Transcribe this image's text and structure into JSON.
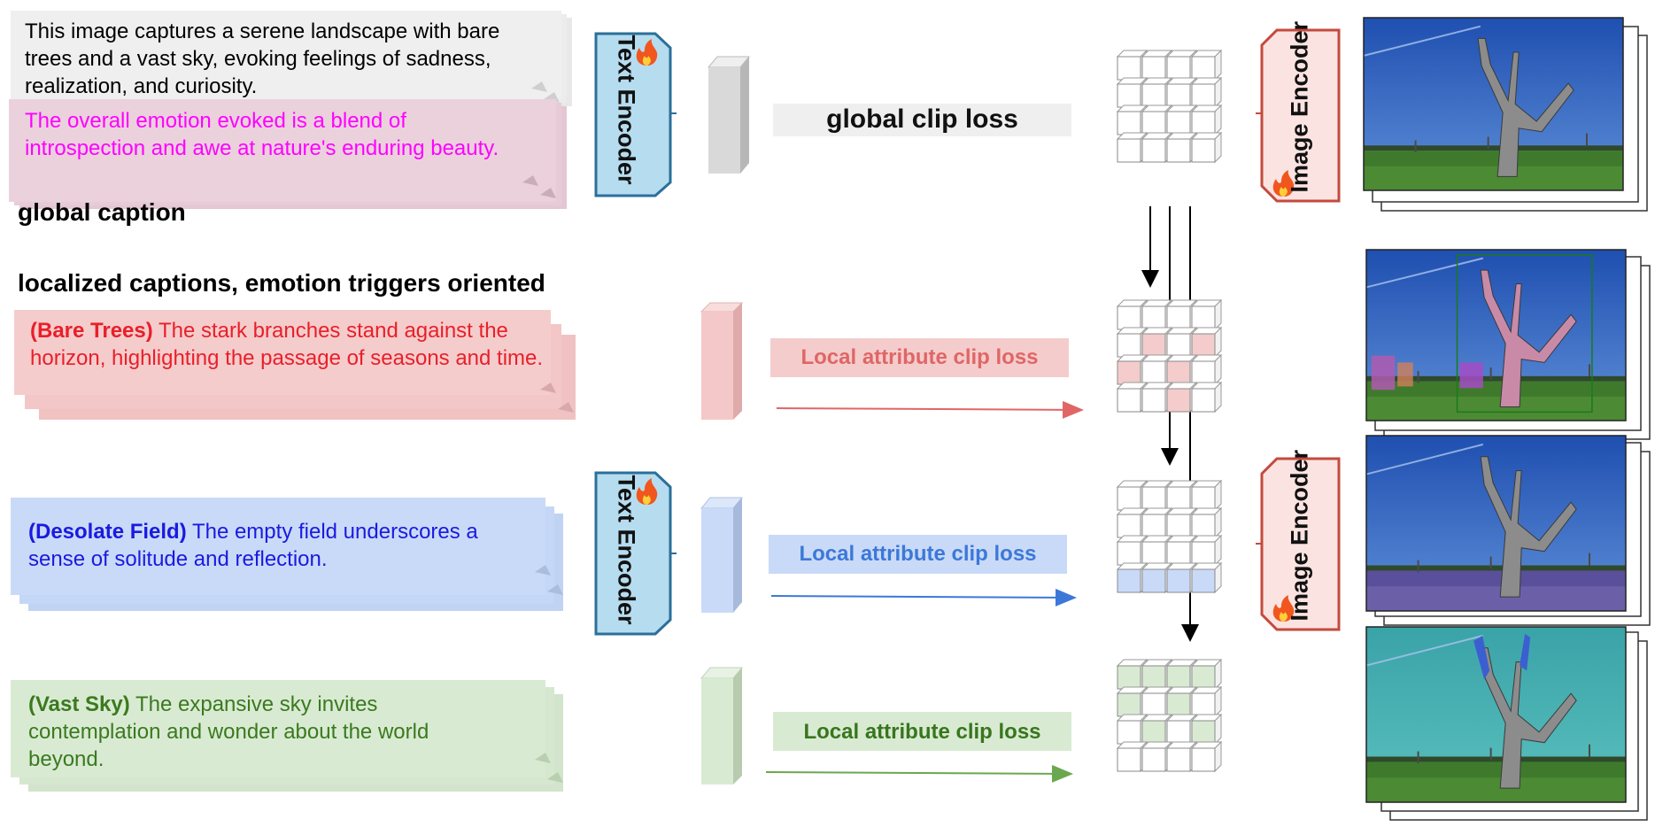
{
  "global": {
    "caption_main": "This image captures a serene landscape with bare trees and a vast sky, evoking feelings of sadness, realization, and curiosity.",
    "caption_emotion": "The overall emotion evoked is a blend of introspection and awe at nature's enduring beauty.",
    "heading": "global caption",
    "loss_label": "global clip loss"
  },
  "local": {
    "heading": "localized captions, emotion triggers oriented",
    "items": [
      {
        "title": "(Bare Trees)",
        "text": " The stark branches stand against the horizon, highlighting the passage of seasons and time.",
        "loss_label": "Local attribute clip loss",
        "color": "#e8202a"
      },
      {
        "title": "(Desolate Field)",
        "text": " The empty field underscores a sense of solitude and reflection.",
        "loss_label": "Local attribute clip loss",
        "color": "#1a1ae0"
      },
      {
        "title": "(Vast Sky)",
        "text": " The expansive sky invites contemplation and wonder about the world beyond.",
        "loss_label": "Local attribute clip loss",
        "color": "#3a7a1e"
      }
    ]
  },
  "encoders": {
    "text_label": "Text Encoder",
    "image_label": "Image Encoder"
  },
  "colors": {
    "text_encoder_fill": "#b6dcef",
    "text_encoder_border": "#2b6f9a",
    "image_encoder_fill": "#fbe3e1",
    "image_encoder_border": "#c44a3e",
    "global_caption_bg": "#efefef",
    "emotion_caption_bg": "#ead1dc",
    "emotion_text": "#ff00ff",
    "red_bg": "#f5cccc",
    "red_loss_text": "#e06666",
    "blue_bg": "#c9daf8",
    "blue_loss_text": "#3c78d8",
    "green_bg": "#d9ead3",
    "green_loss_text": "#38761d"
  }
}
